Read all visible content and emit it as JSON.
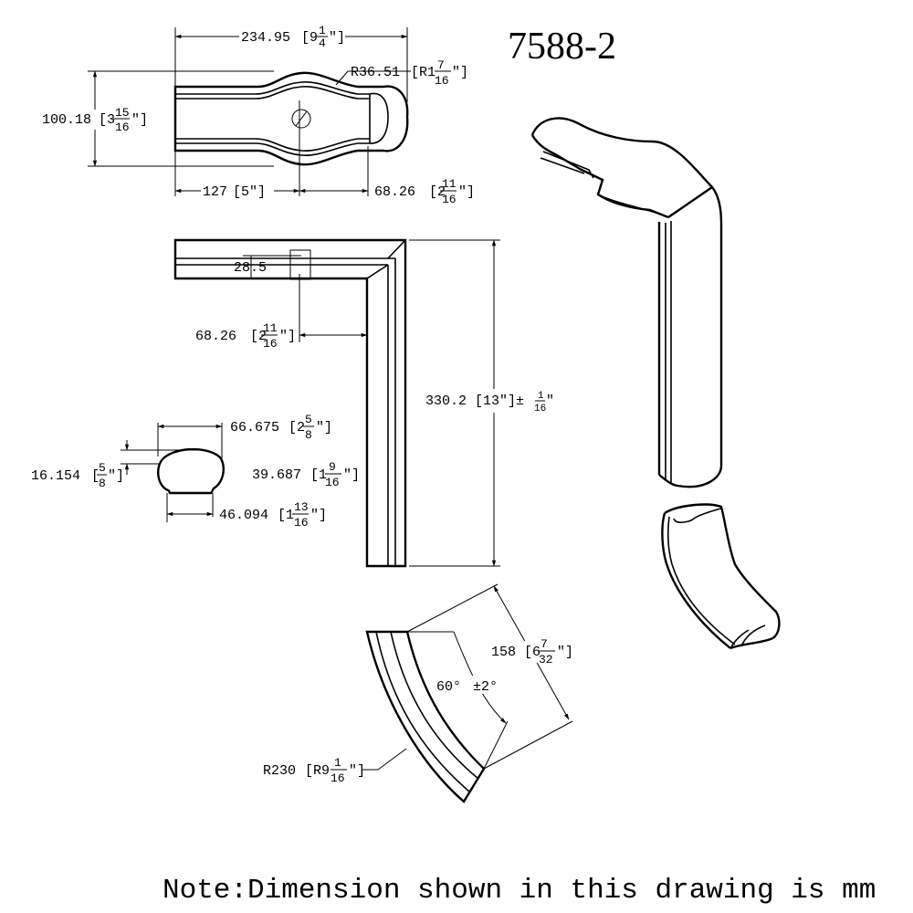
{
  "drawing": {
    "part_number": "7588-2",
    "note": "Note:Dimension shown in this drawing is mm"
  },
  "top_view": {
    "overall_length": "234.95",
    "overall_length_in": [
      "[9",
      "1",
      "4",
      "″]"
    ],
    "radius": "R36.51",
    "radius_in": [
      "[R1",
      "7",
      "16",
      "″]"
    ],
    "width": "100.18",
    "width_in": [
      "[3",
      "15",
      "16",
      "″]"
    ],
    "left_length": "127",
    "left_length_in": "[5″]",
    "right_length": "68.26",
    "right_length_in": [
      "[2",
      "11",
      "16",
      "″]"
    ]
  },
  "side_view": {
    "inner_dim": "28.5",
    "offset": "68.26",
    "offset_in": [
      "[2",
      "11",
      "16",
      "″]"
    ],
    "height": "330.2",
    "height_in": "[13″]±",
    "tolerance": [
      "1",
      "16",
      "″"
    ]
  },
  "profile": {
    "top_width": "66.675",
    "top_width_in": [
      "[2",
      "5",
      "8",
      "″]"
    ],
    "cap_height": "16.154",
    "cap_height_in": [
      "[",
      "5",
      "8",
      "″]"
    ],
    "height": "39.687",
    "height_in": [
      "[1",
      "9",
      "16",
      "″]"
    ],
    "base_width": "46.094",
    "base_width_in": [
      "[1",
      "13",
      "16",
      "″]"
    ]
  },
  "arc_view": {
    "chord": "158",
    "chord_in": [
      "[6",
      "7",
      "32",
      "″]"
    ],
    "angle": "60°",
    "angle_tol": "±2°",
    "radius": "R230",
    "radius_in": [
      "[R9",
      "1",
      "16",
      "″]"
    ]
  }
}
